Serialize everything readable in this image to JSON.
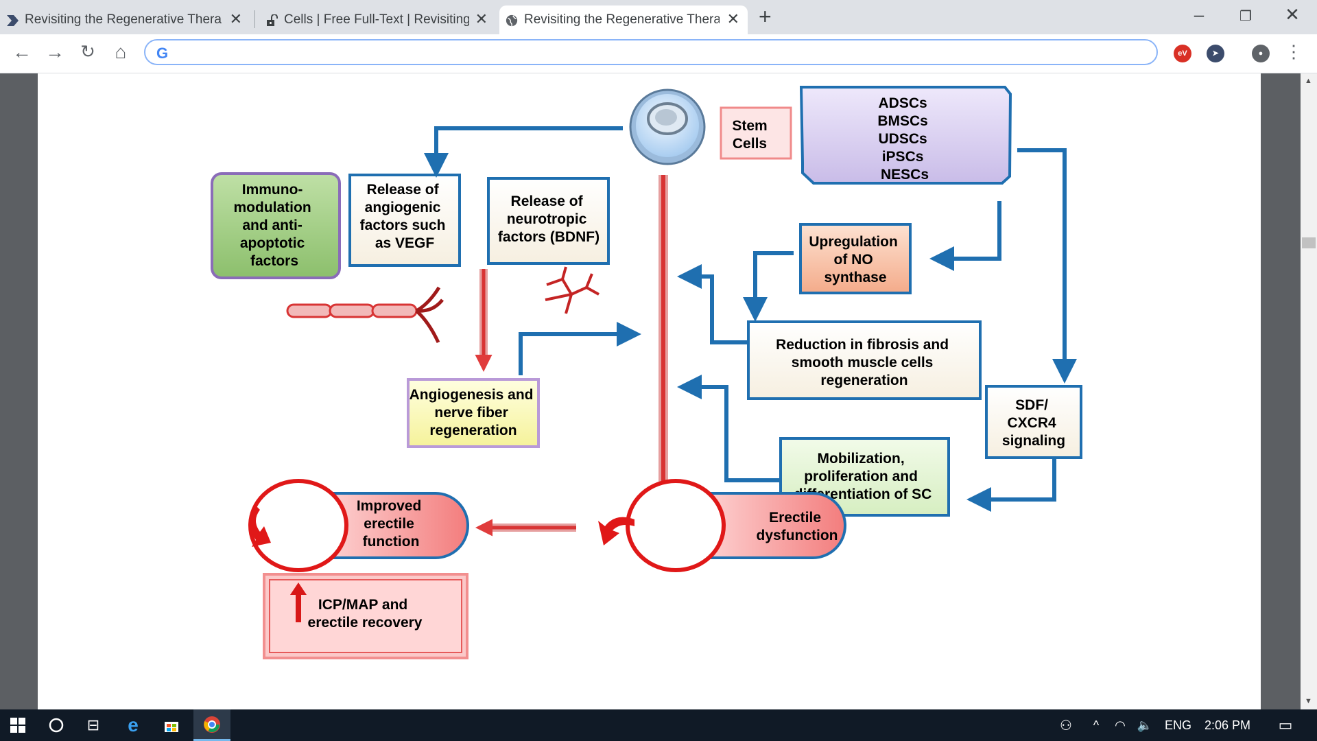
{
  "browser": {
    "tabs": [
      {
        "label": "Revisiting the Regenerative Thera",
        "icon": "arrow-bookmark-icon",
        "active": false
      },
      {
        "label": "Cells | Free Full-Text | Revisiting th",
        "icon": "open-access-lock-icon",
        "active": false
      },
      {
        "label": "Revisiting the Regenerative Thera",
        "icon": "globe-icon",
        "active": true
      }
    ],
    "new_tab": "+",
    "address": "",
    "address_icon": "G"
  },
  "diagram": {
    "stem_cells": "Stem Cells",
    "stem_cells_lines": [
      "Stem",
      "Cells"
    ],
    "cell_types": [
      "ADSCs",
      "BMSCs",
      "UDSCs",
      "iPSCs",
      "NESCs"
    ],
    "immuno": [
      "Immuno-",
      "modulation",
      "and anti-",
      "apoptotic",
      "factors"
    ],
    "angiogenic": [
      "Release of",
      "angiogenic",
      "factors such",
      "as VEGF"
    ],
    "neurotropic": [
      "Release of",
      "neurotropic",
      "factors (BDNF)"
    ],
    "no_synthase": [
      "Upregulation",
      "of NO",
      "synthase"
    ],
    "fibrosis": [
      "Reduction in fibrosis and",
      "smooth muscle cells",
      "regeneration"
    ],
    "angiogenesis": [
      "Angiogenesis and",
      "nerve fiber",
      "regeneration"
    ],
    "sdf": [
      "SDF/",
      "CXCR4",
      "signaling"
    ],
    "mobilization": [
      "Mobilization,",
      "proliferation and",
      "differentiation of SC"
    ],
    "improved": [
      "Improved",
      "erectile",
      "function"
    ],
    "ed": [
      "Erectile",
      "dysfunction"
    ],
    "icp": [
      "ICP/MAP and",
      "erectile recovery"
    ]
  },
  "taskbar": {
    "lang": "ENG",
    "time": "2:06 PM"
  },
  "colors": {
    "blue_arrow": "#1f6fb0",
    "red_arrow": "#e03c3c",
    "purple_box": "#d8cdf0",
    "green_box": "#a6cf8a",
    "peach_box": "#f9c9b0"
  }
}
